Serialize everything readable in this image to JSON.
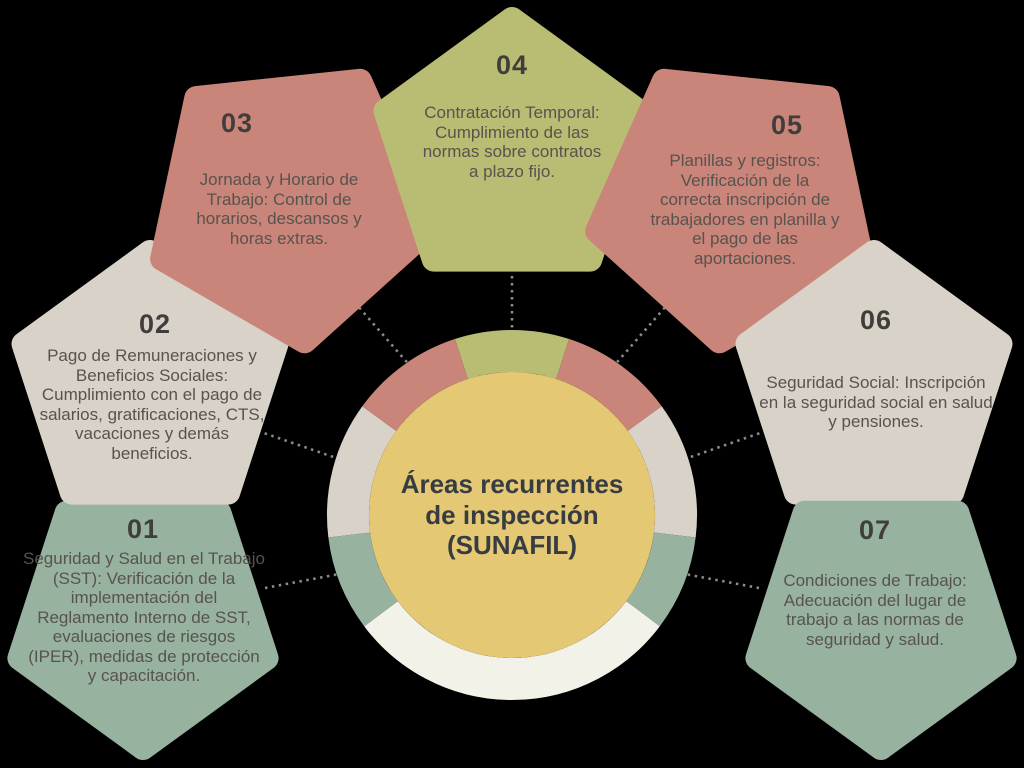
{
  "title": {
    "lines": [
      "Áreas recurrentes",
      "de inspección",
      "(SUNAFIL)"
    ],
    "full_text": "Áreas recurrentes de inspección (SUNAFIL)"
  },
  "items": [
    {
      "number": "01",
      "color_name": "green",
      "text": "Seguridad y Salud en el Trabajo (SST): Verificación de la implementación del Reglamento Interno de SST, evaluaciones de riesgos (IPER), medidas de protección y capacitación."
    },
    {
      "number": "02",
      "color_name": "beige",
      "text": "Pago de Remuneraciones y Beneficios Sociales: Cumplimiento con el pago de salarios, gratificaciones, CTS, vacaciones y demás beneficios."
    },
    {
      "number": "03",
      "color_name": "salmon",
      "text": "Jornada y Horario de Trabajo: Control de horarios, descansos y horas extras."
    },
    {
      "number": "04",
      "color_name": "olive",
      "text": "Contratación Temporal: Cumplimiento de las normas sobre contratos a plazo fijo."
    },
    {
      "number": "05",
      "color_name": "salmon",
      "text": "Planillas y registros: Verificación de la correcta inscripción de trabajadores en planilla y el pago de las aportaciones."
    },
    {
      "number": "06",
      "color_name": "beige",
      "text": "Seguridad Social: Inscripción en la seguridad social en salud y pensiones."
    },
    {
      "number": "07",
      "color_name": "green",
      "text": "Condiciones de Trabajo: Adecuación del lugar de trabajo a las normas de seguridad y salud."
    }
  ],
  "colors": {
    "background": "#000000",
    "green": "#98b2a0",
    "beige": "#d9d2c9",
    "salmon": "#c9857a",
    "olive": "#b9bd74",
    "gold": "#e4c873",
    "cream": "#f2f2e8",
    "connector": "#8a8a8a",
    "number_text": "#403e3b",
    "body_text": "#57534e",
    "title_text": "#363c42"
  }
}
